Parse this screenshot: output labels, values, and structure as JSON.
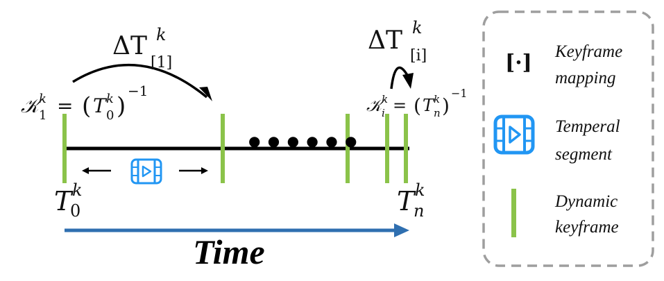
{
  "diagram": {
    "delta_first": {
      "base": "ΔT",
      "sup": "k",
      "sub": "[1]"
    },
    "delta_i": {
      "base": "ΔT",
      "sup": "k",
      "sub": "[i]"
    },
    "keyframe_first": {
      "lhs": "𝒦",
      "lhs_sup": "k",
      "lhs_sub": "1",
      "eq": "=",
      "rhs": "T",
      "rhs_sup": "k",
      "rhs_sub": "0",
      "exponent": "−1"
    },
    "keyframe_i": {
      "lhs": "𝒦",
      "lhs_sup": "k",
      "lhs_sub": "i",
      "eq": "=",
      "rhs": "T",
      "rhs_sup": "k",
      "rhs_sub": "n",
      "exponent": "−1"
    },
    "ellipsis": "● ● ● ● ● ●",
    "t_start": {
      "base": "T",
      "sup": "k",
      "sub": "0"
    },
    "t_end": {
      "base": "T",
      "sup": "k",
      "sub": "n"
    },
    "time_label": "Time",
    "colors": {
      "keyframe": "#8bc34a",
      "segment_icon": "#2196f3",
      "time_arrow": "#2f6fb0",
      "timeline": "#000000",
      "legend_border": "#9e9e9e"
    }
  },
  "legend": {
    "items": [
      {
        "icon": "bracket-dot-icon",
        "symbol": "[·]",
        "line1": "Keyframe",
        "line2": "mapping"
      },
      {
        "icon": "video-segment-icon",
        "line1": "Temperal",
        "line2": "segment"
      },
      {
        "icon": "green-bar-icon",
        "line1": "Dynamic",
        "line2": "keyframe"
      }
    ]
  }
}
